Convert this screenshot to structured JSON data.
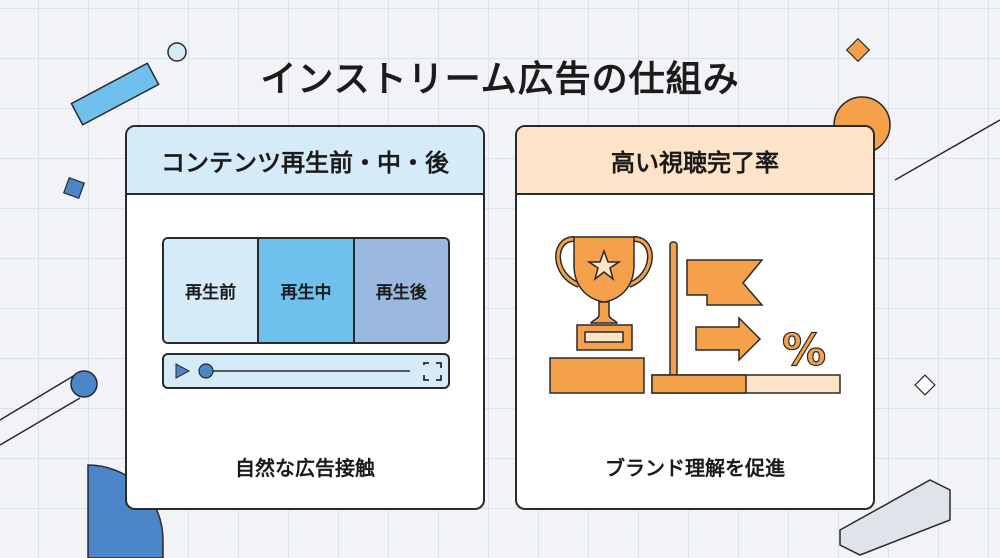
{
  "title": "インストリーム広告の仕組み",
  "left_card": {
    "header": "コンテンツ再生前・中・後",
    "segments": [
      "再生前",
      "再生中",
      "再生後"
    ],
    "footer": "自然な広告接触",
    "colors": {
      "header": "#d6ebf8",
      "seg1": "#d6ebf8",
      "seg2": "#6fc0ec",
      "seg3": "#9bb8de"
    }
  },
  "right_card": {
    "header": "高い視聴完了率",
    "percent_symbol": "%",
    "completion_fill": 0.5,
    "footer": "ブランド理解を促進",
    "colors": {
      "header": "#fde3c8",
      "accent": "#f5a04a"
    }
  }
}
